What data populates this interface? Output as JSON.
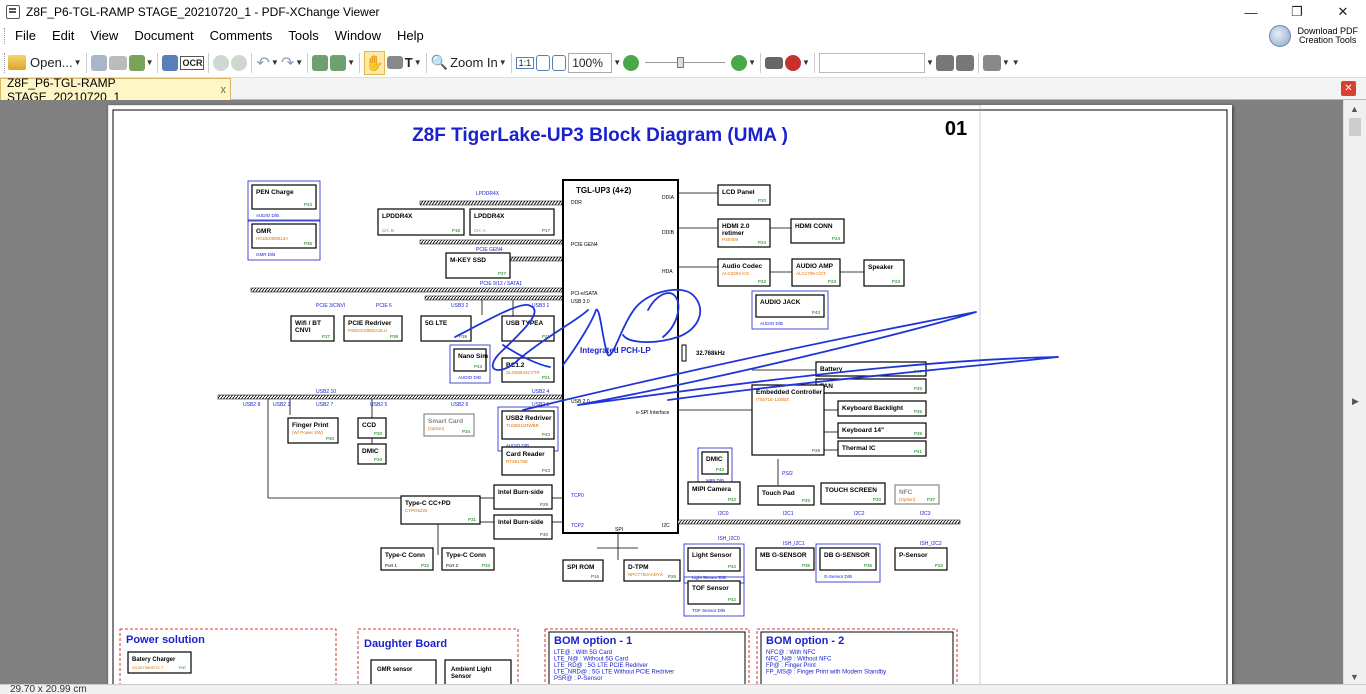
{
  "window": {
    "title": "Z8F_P6-TGL-RAMP STAGE_20210720_1 - PDF-XChange Viewer",
    "controls": {
      "minimize": "—",
      "restore": "❐",
      "close": "✕"
    }
  },
  "menu": [
    "File",
    "Edit",
    "View",
    "Document",
    "Comments",
    "Tools",
    "Window",
    "Help"
  ],
  "download_button": {
    "line1": "Download PDF",
    "line2": "Creation Tools"
  },
  "toolbar": {
    "open_label": "Open...",
    "ocr_label": "OCR",
    "zoom_in_label": "Zoom In",
    "zoom_value": "100%",
    "search_placeholder": ""
  },
  "tab": {
    "label": "Z8F_P6-TGL-RAMP STAGE_20210720_1",
    "close": "x"
  },
  "status": {
    "page_size": "29.70 x 20.99 cm"
  },
  "colors": {
    "diagram_blue": "#1a22cc",
    "page_green": "#007700",
    "page_orange": "#e07000",
    "signature_blue": "#1f35d8"
  },
  "diagram": {
    "title": "Z8F TigerLake-UP3 Block Diagram (UMA )",
    "page_number": "01",
    "cpu": {
      "name": "TGL-UP3 (4+2)",
      "ddr": "DDR",
      "pcie_gen4": "PCIE GEN4",
      "pcie_sata": "PCI-e/SATA",
      "usb30": "USB 3.0",
      "integrated": "Integrated  PCH-LP",
      "usb20": "USB 2.0",
      "espi": "e-SPI Interface",
      "tcp0": "TCP0",
      "tcp2": "TCP2",
      "spi": "SPI",
      "i2c": "I2C",
      "ddia": "DDIA",
      "ddib": "DDIB",
      "hda": "HDA"
    },
    "crystal": "32.768kHz",
    "buses": {
      "lpddr4x": "LPDDR4X",
      "pcie_gen4": "PCIE GEN4",
      "pcie_sata": "PCIE 9/12 / SATA1",
      "usb3_2": "USB3 2",
      "usb3_1": "USB3 1",
      "pcie_cnvi": "PCIE 3/CNVI",
      "pcie6": "PCIE 6",
      "usb2_10": "USB2 10",
      "usb2_8": "USB2 8",
      "usb2_2": "USB2 2",
      "usb2_7": "USB2 7",
      "usb2_5": "USB2 5",
      "usb2_6": "USB2 6",
      "usb2_4": "USB2 4",
      "usb2_1": "USB2 1",
      "ps2": "PS/2",
      "i2c0": "I2C0",
      "ish_i2c0": "ISH_I2C0",
      "i2c1": "I2C1",
      "ish_i2c1": "ISH_I2C1",
      "i2c2": "I2C2",
      "i2c3": "I2C3",
      "ish_i2c2": "ISH_I2C2"
    },
    "blocks": {
      "pen_charge": {
        "name": "PEN Charge",
        "page": "P43",
        "note": "AUDIO D/B"
      },
      "gmr": {
        "name": "GMR",
        "part": "HGDE09M013A",
        "page": "P36",
        "note": "GMR D/B"
      },
      "lpddr4x_b": {
        "name": "LPDDR4X",
        "sub": "CH. B",
        "page": "P18"
      },
      "lpddr4x_a": {
        "name": "LPDDR4X",
        "sub": "CH. A",
        "page": "P17"
      },
      "mkey_ssd": {
        "name": "M-KEY SSD",
        "page": "P27"
      },
      "wifi_bt": {
        "name": "Wifi / BT",
        "name2": "CNVI",
        "page": "P27"
      },
      "pcie_redriver": {
        "name": "PCIE Redriver",
        "part": "PS8GX10802AZLU",
        "page": "P38"
      },
      "lte_5g": {
        "name": "5G LTE",
        "page": "P39"
      },
      "nano_sim": {
        "name": "Nano Sim",
        "page": "P43",
        "note": "AUDIO D/B"
      },
      "usb_typea": {
        "name": "USB TYPEA",
        "page": "P21"
      },
      "bc12": {
        "name": "BC1.2",
        "part": "SLG55544CVTR",
        "page": "P21"
      },
      "finger_print": {
        "name": "Finger Print",
        "part": "(W/ Power SW)",
        "page": "P40"
      },
      "ccd": {
        "name": "CCD",
        "page": "P20"
      },
      "dmic_left": {
        "name": "DMIC",
        "page": "P20"
      },
      "smart_card": {
        "name": "Smart Card",
        "part": "(Option)",
        "page": "P34"
      },
      "usb2_redriver": {
        "name": "USB2 Redriver",
        "part": "TUSB211RWBR",
        "page": "P43",
        "note": "AUDIO D/B"
      },
      "card_reader": {
        "name": "Card Reader",
        "part": "RTS5176E",
        "page": "P43"
      },
      "typec_ccpd": {
        "name": "Type-C CC+PD",
        "part": "CYPD5225",
        "page": "P31"
      },
      "intel_burn1": {
        "name": "Intel Burn-side",
        "page": "P29"
      },
      "intel_burn2": {
        "name": "Intel Burn-side",
        "page": "P30"
      },
      "typec_conn1": {
        "name": "Type-C Conn",
        "sub": "Port 1",
        "page": "P32"
      },
      "typec_conn2": {
        "name": "Type-C Conn",
        "sub": "Port 2",
        "page": "P33"
      },
      "spi_rom": {
        "name": "SPI ROM",
        "page": "P16"
      },
      "dtpm": {
        "name": "D-TPM",
        "part": "NPCT750AADYX",
        "page": "P26"
      },
      "lcd_panel": {
        "name": "LCD Panel",
        "page": "P20"
      },
      "hdmi_retimer": {
        "name": "HDMI 2.0",
        "name2": "retimer",
        "part": "PS8409",
        "page": "P24"
      },
      "hdmi_conn": {
        "name": "HDMI CONN",
        "page": "P24"
      },
      "audio_codec": {
        "name": "Audio Codec",
        "part": "ALC3204-CG",
        "page": "P22"
      },
      "audio_amp": {
        "name": "AUDIO AMP",
        "part": "ALC1706-CGT",
        "page": "P23"
      },
      "speaker": {
        "name": "Speaker",
        "page": "P23"
      },
      "audio_jack": {
        "name": "AUDIO JACK",
        "page": "P43",
        "note": "AUDIO D/B"
      },
      "battery": {
        "name": "Battery",
        "page": "P47"
      },
      "fan": {
        "name": "FAN",
        "page": "P25"
      },
      "ec": {
        "name": "Embedded Controller",
        "part": "IT5571E-128/BX",
        "page": "P28"
      },
      "kb_backlight": {
        "name": "Keyboard Backlight",
        "page": "P25"
      },
      "keyboard": {
        "name": "Keyboard 14\"",
        "page": "P25"
      },
      "thermal_ic": {
        "name": "Thermal IC",
        "page": "P41"
      },
      "dmic_mipi": {
        "name": "DMIC",
        "page": "P42",
        "note": "MIPI D/B"
      },
      "mipi_camera": {
        "name": "MIPI Camera",
        "page": "P42"
      },
      "touch_pad": {
        "name": "Touch Pad",
        "page": "P25"
      },
      "touch_screen": {
        "name": "TOUCH SCREEN",
        "page": "P20"
      },
      "nfc": {
        "name": "NFC",
        "part": "(Option)",
        "page": "P37"
      },
      "light_sensor": {
        "name": "Light Sensor",
        "page": "P42",
        "note": "Light Sensor D/B"
      },
      "tof_sensor": {
        "name": "TOF Sensor",
        "page": "P42",
        "note": "TOF Sensor D/B"
      },
      "mb_gsensor": {
        "name": "MB G-SENSOR",
        "page": "P35"
      },
      "db_gsensor": {
        "name": "DB G-SENSOR",
        "page": "P35",
        "note": "G-Sensor D/B"
      },
      "p_sensor": {
        "name": "P-Sensor",
        "page": "P23"
      }
    },
    "bottom": {
      "power_title": "Power solution",
      "battery_charger": {
        "name": "Batery Charger",
        "part": "ISL95738HRTZ-T",
        "page": "P47"
      },
      "daughter_title": "Daughter Board",
      "gmr_sensor": "GMR sensor",
      "ambient_light": {
        "line1": "Ambient Light",
        "line2": "Sensor"
      },
      "bom1_title": "BOM option - 1",
      "bom1_lines": [
        "LTE@ : With  5G Card",
        "LTE_N@ : Without 5G Card",
        "LTE_RD@ : 5G LTE PCIE Redriver",
        "LTE_NRD@ : 5G LTE Without PCIE Redriver",
        "PSR@ : P-Sensor"
      ],
      "bom2_title": "BOM option - 2",
      "bom2_lines": [
        "NFC@ : With NFC",
        "NFC_N@ : Without NFC",
        "FP@ : Finger Print",
        "FP_MS@ : Finger Print with Modern Standby"
      ]
    }
  }
}
